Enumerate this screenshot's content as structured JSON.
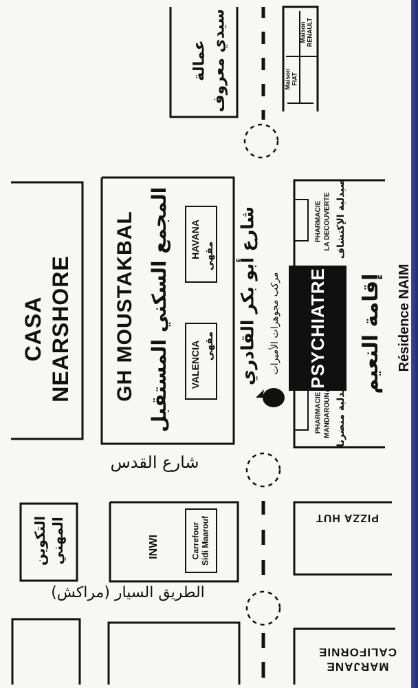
{
  "map": {
    "landmarks": {
      "casa_nearshore": [
        "CASA",
        "NEARSHORE"
      ],
      "gh_moustakbal": "GH MOUSTAKBAL",
      "gh_moustakbal_ar": "المجمع السكني المستقبل",
      "havana": "HAVANA",
      "havana_cafe": "مقهى",
      "valencia": "VALENCIA",
      "valencia_cafe": "مقهى",
      "inwi": "INWI",
      "carrefour": [
        "Carrefour",
        "Sidi Maarouf"
      ],
      "training": [
        "التكوين",
        "المهني"
      ],
      "maison_fiat": [
        "Maison",
        "FIAT"
      ],
      "maison_renault": [
        "Maison",
        "RENAULT"
      ],
      "prefecture_ar": [
        "عمالة",
        "سيدي معروف"
      ],
      "pharmacie_decouverte": [
        "PHARMACIE",
        "LA DECOUVERTE"
      ],
      "pharmacie_decouverte_ar": "صيدلية الإكتشاف",
      "psychiatre": "PSYCHIATRE",
      "residence_ar": "إقامة النعيم",
      "residence": "Résidence NAIM",
      "pharmacie_mandarouna": [
        "PHARMACIE",
        "MANDAROUNA"
      ],
      "pharmacie_mandarouna_ar": "صيدلية منضرنا",
      "pizza_hut": "PIZZA HUT",
      "marjane": [
        "MARJANE",
        "CALIFORNIE"
      ],
      "jewelry_center_ar": "مركب مجوهرات الأميرات"
    },
    "streets": {
      "abou_bakr": "شارع أبو بكر القادري",
      "al_quds": "شارع القدس",
      "highway": "الطريق السيار (مراكش)"
    }
  }
}
